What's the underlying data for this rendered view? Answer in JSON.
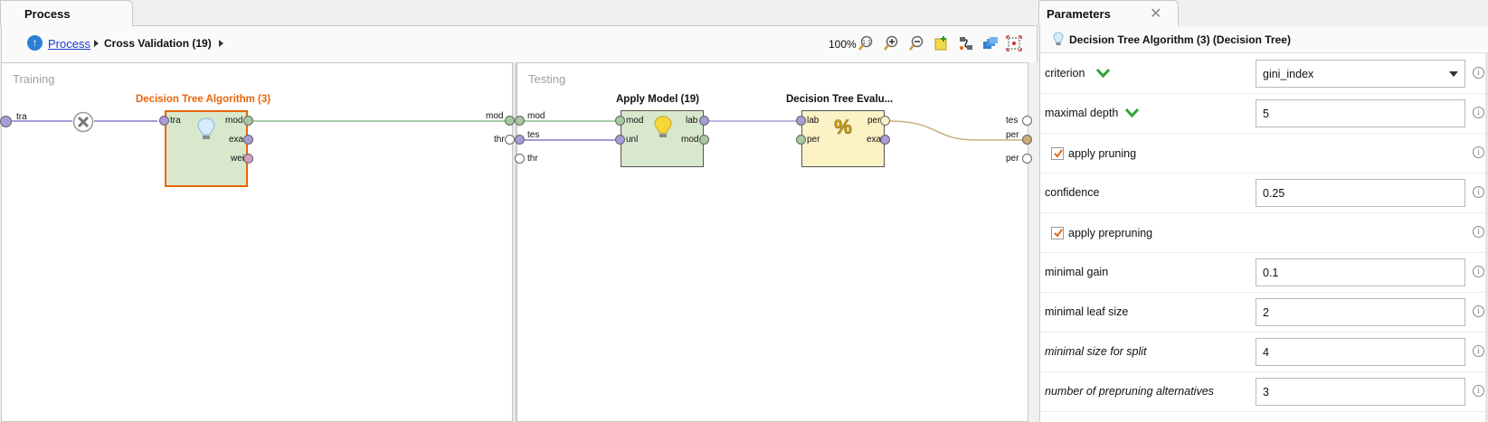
{
  "process_tab": {
    "label": "Process"
  },
  "breadcrumb": {
    "root": "Process",
    "current": "Cross Validation (19)"
  },
  "toolbar": {
    "zoom": "100%"
  },
  "training": {
    "title": "Training",
    "input_port": "tra",
    "operator": {
      "name": "Decision Tree Algorithm (3)",
      "in": "tra",
      "outs": [
        "mod",
        "exa",
        "wei"
      ]
    },
    "out_mod": "mod",
    "out_thr": "thr"
  },
  "testing": {
    "title": "Testing",
    "in_mod": "mod",
    "in_tes": "tes",
    "in_thr": "thr",
    "apply": {
      "name": "Apply Model (19)",
      "in": [
        "mod",
        "unl"
      ],
      "out": [
        "lab",
        "mod"
      ]
    },
    "eval": {
      "name": "Decision Tree Evalu...",
      "in": [
        "lab",
        "per"
      ],
      "out": [
        "per",
        "exa"
      ]
    },
    "out_ports": [
      "tes",
      "per",
      "per"
    ]
  },
  "params": {
    "tab_label": "Parameters",
    "close": "✕",
    "header": "Decision Tree Algorithm (3) (Decision Tree)",
    "rows": {
      "criterion": {
        "label": "criterion",
        "value": "gini_index"
      },
      "maximal_depth": {
        "label": "maximal depth",
        "value": "5"
      },
      "apply_pruning": {
        "label": "apply pruning",
        "checked": true
      },
      "confidence": {
        "label": "confidence",
        "value": "0.25"
      },
      "apply_prepruning": {
        "label": "apply prepruning",
        "checked": true
      },
      "minimal_gain": {
        "label": "minimal gain",
        "value": "0.1"
      },
      "minimal_leaf_size": {
        "label": "minimal leaf size",
        "value": "2"
      },
      "minimal_size_for_split": {
        "label": "minimal size for split",
        "value": "4"
      },
      "number_of_prepruning_alternatives": {
        "label": "number of prepruning alternatives",
        "value": "3"
      }
    }
  },
  "colors": {
    "accent_orange": "#e8650a",
    "operator_green": "#d8e8cc",
    "operator_yellow": "#fbf2c6",
    "port_purple": "#a99ad8",
    "port_green": "#a8c8a0",
    "port_pink": "#d6a0c0",
    "line_purple": "#a89ad8",
    "line_green": "#8cbc8c",
    "line_tan": "#c8ad7a"
  }
}
